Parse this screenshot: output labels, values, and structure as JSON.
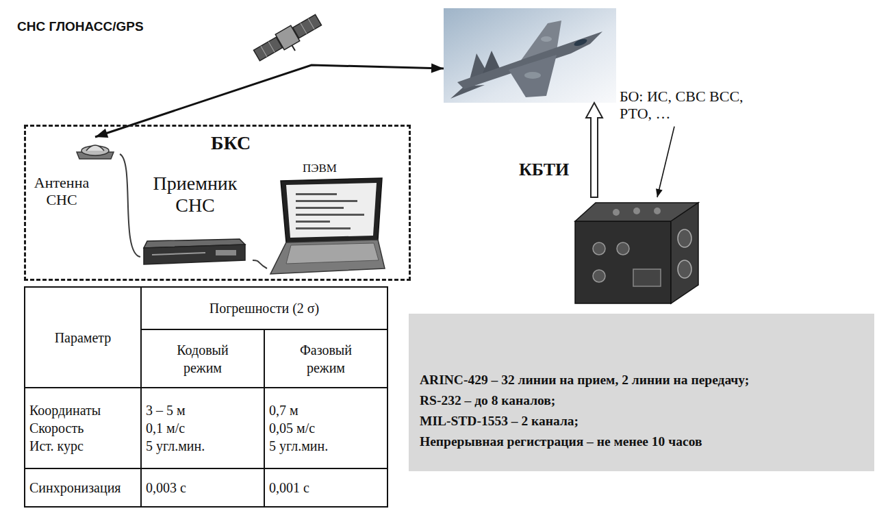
{
  "diagram": {
    "nodes": [
      {
        "text": [
          "БКС"
        ]
      },
      {
        "text": [
          "Антенна СНС"
        ],
        "in": 0
      },
      {
        "text": [
          "Приемник СНС"
        ],
        "in": 0
      },
      {
        "text": [
          "ПЭВМ"
        ],
        "in": 0
      },
      {
        "text": [
          "БО: ИС, СВС ВСС, РТО, …"
        ]
      },
      {
        "text": [
          "КБТИ"
        ]
      },
      {
        "text": [
          "ARINC-429 – 32 линии на прием, 2 линии на передачу;",
          "RS-232 – до 8 каналов;",
          "MIL-STD-1553 – 2 канала;",
          "Непрерывная регистрация – не менее 10 часов"
        ]
      }
    ],
    "edges": [
      {
        "from": 1,
        "to": 4,
        "arrow": "both"
      },
      {
        "from": 1,
        "to": 2,
        "arrow": "none"
      },
      {
        "from": 2,
        "to": 3,
        "arrow": "none"
      },
      {
        "from": 5,
        "to": 4,
        "arrow": "to"
      },
      {
        "from": 4,
        "to": 5,
        "arrow": "to"
      }
    ],
    "labels": [
      "СНС ГЛОНАСС/GPS",
      "Параметр",
      "Погрешности (2 σ)",
      "Кодовый режим",
      "Фазовый режим",
      "Координаты",
      "Скорость",
      "Ист. курс",
      "3 – 5 м",
      "0,1 м/с",
      "5 угл.мин.",
      "0,7 м",
      "0,05 м/с",
      "5 угл.мин.",
      "Синхронизация",
      "0,003 с",
      "0,001 с"
    ]
  }
}
